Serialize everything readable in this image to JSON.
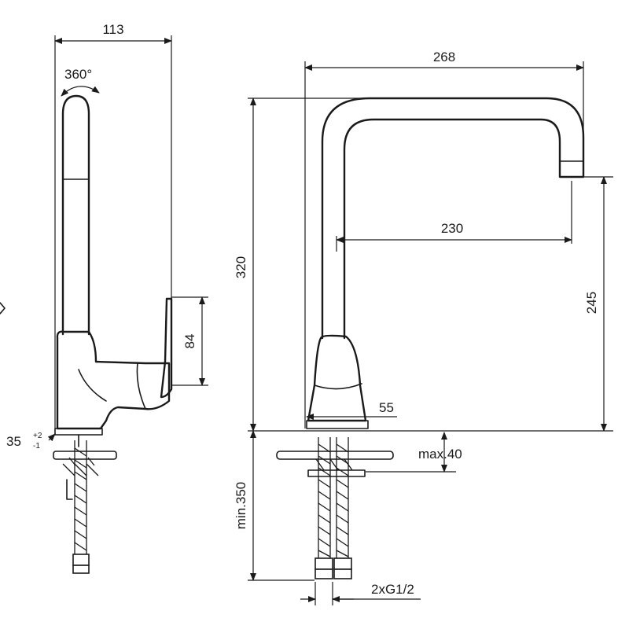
{
  "side_view": {
    "width_label": "113",
    "rotation_label": "360°",
    "lever_height_label": "84",
    "angle_label": "35",
    "angle_tol_plus": "+2",
    "angle_tol_minus": "-1"
  },
  "front_view": {
    "total_width_label": "268",
    "total_height_label": "320",
    "spout_reach_label": "230",
    "outlet_height_label": "245",
    "base_diameter_label": "55",
    "max_thickness_label": "max.40",
    "hose_length_label": "min.350",
    "connection_label": "2xG1/2"
  }
}
